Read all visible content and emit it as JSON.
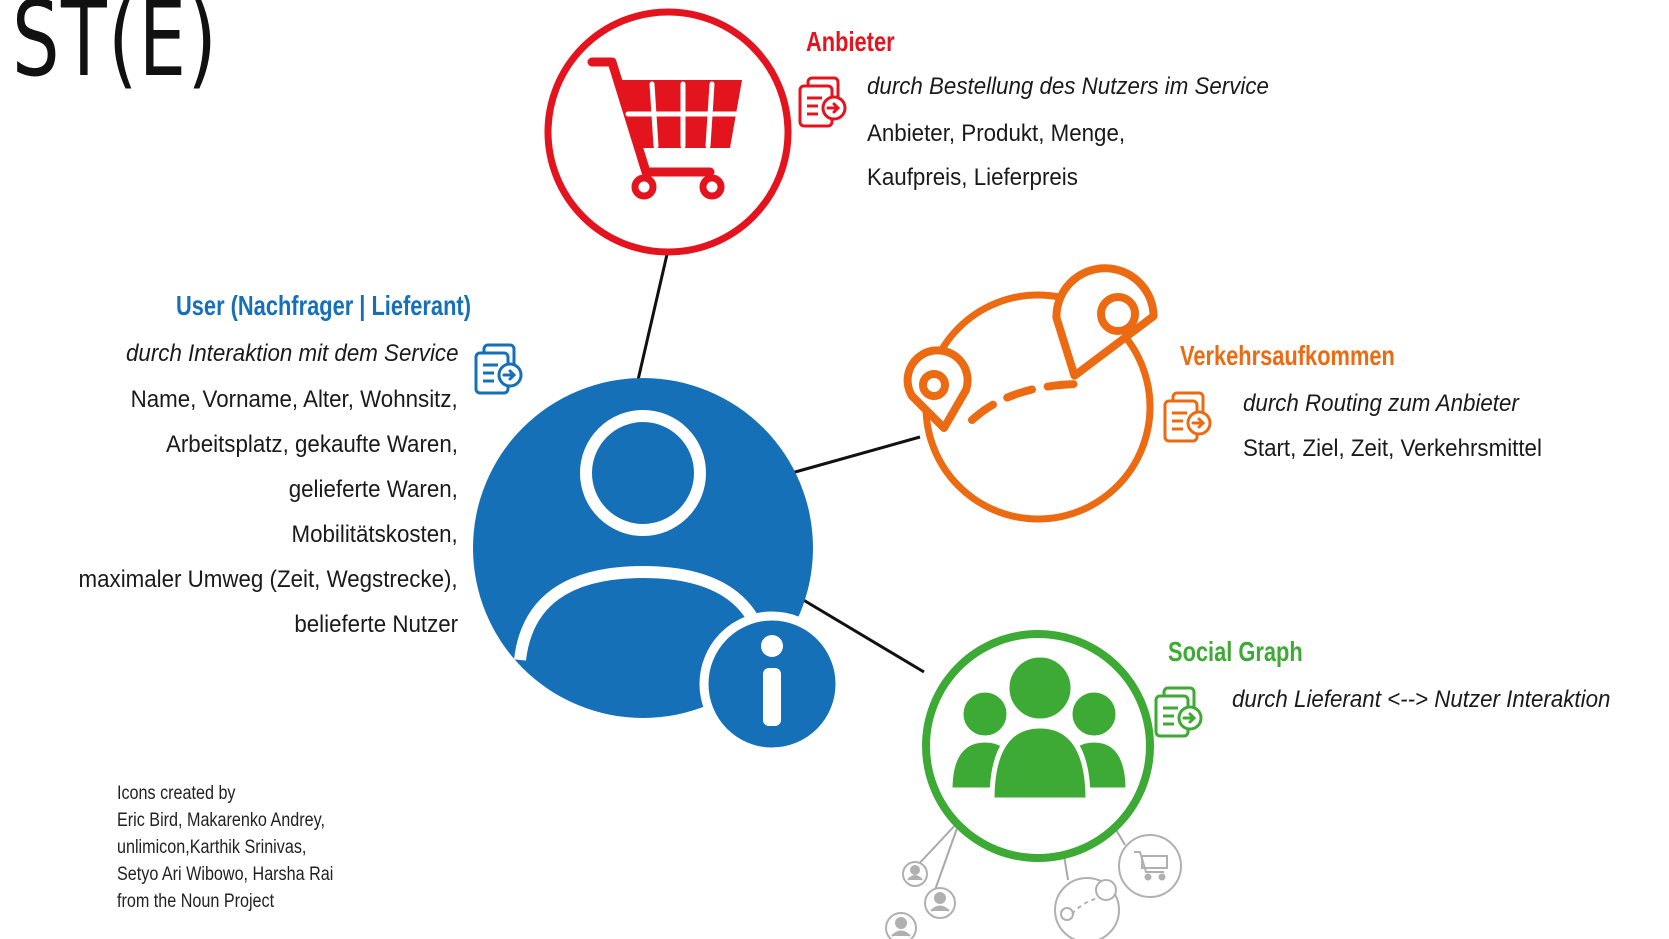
{
  "corner_text": "ST(E)",
  "colors": {
    "user": "#1670b8",
    "provider": "#e3141e",
    "traffic": "#eb6a12",
    "social": "#3daa35",
    "satellite": "#b0b0b0"
  },
  "user": {
    "title": "User (Nachfrager | Lieferant)",
    "source": "durch Interaktion mit dem Service",
    "lines": [
      "Name, Vorname, Alter, Wohnsitz,",
      "Arbeitsplatz, gekaufte Waren,",
      "gelieferte Waren,",
      "Mobilitätskosten,",
      "maximaler Umweg (Zeit, Wegstrecke),",
      "belieferte Nutzer"
    ]
  },
  "provider": {
    "title": "Anbieter",
    "source": "durch Bestellung des Nutzers im Service",
    "lines": [
      "Anbieter, Produkt, Menge,",
      "Kaufpreis, Lieferpreis"
    ]
  },
  "traffic": {
    "title": "Verkehrsaufkommen",
    "source": "durch Routing zum Anbieter",
    "lines": [
      "Start, Ziel, Zeit, Verkehrsmittel"
    ]
  },
  "social": {
    "title": "Social Graph",
    "source": "durch Lieferant <--> Nutzer Interaktion"
  },
  "credits": [
    "Icons created by",
    "Eric Bird, Makarenko Andrey,",
    "unlimicon,Karthik Srinivas,",
    "Setyo Ari Wibowo, Harsha Rai",
    "from the Noun Project"
  ]
}
